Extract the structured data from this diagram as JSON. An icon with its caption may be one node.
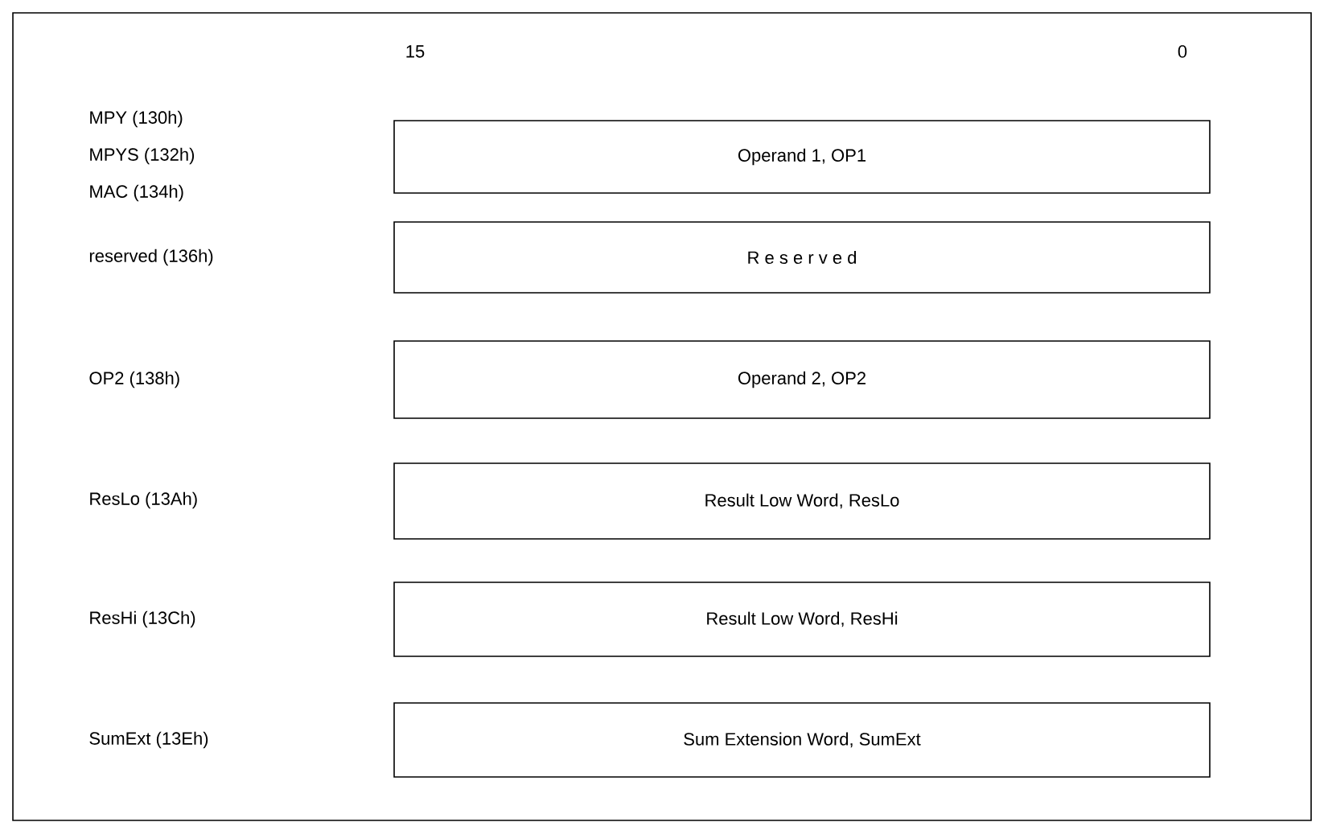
{
  "diagram": {
    "nodes": [
      {
        "text": [
          "Operand 1, OP1"
        ]
      },
      {
        "text": [
          "R e s e r v e d"
        ]
      },
      {
        "text": [
          "Operand 2, OP2"
        ]
      },
      {
        "text": [
          "Result Low Word, ResLo"
        ]
      },
      {
        "text": [
          "Result Low Word, ResHi"
        ]
      },
      {
        "text": [
          "Sum Extension Word, SumExt"
        ]
      }
    ],
    "labels": [
      "15",
      "0",
      "MPY (130h)",
      "MPYS (132h)",
      "MAC (134h)",
      "reserved (136h)",
      "OP2 (138h)",
      "ResLo (13Ah)",
      "ResHi (13Ch)",
      "SumExt (13Eh)"
    ]
  }
}
